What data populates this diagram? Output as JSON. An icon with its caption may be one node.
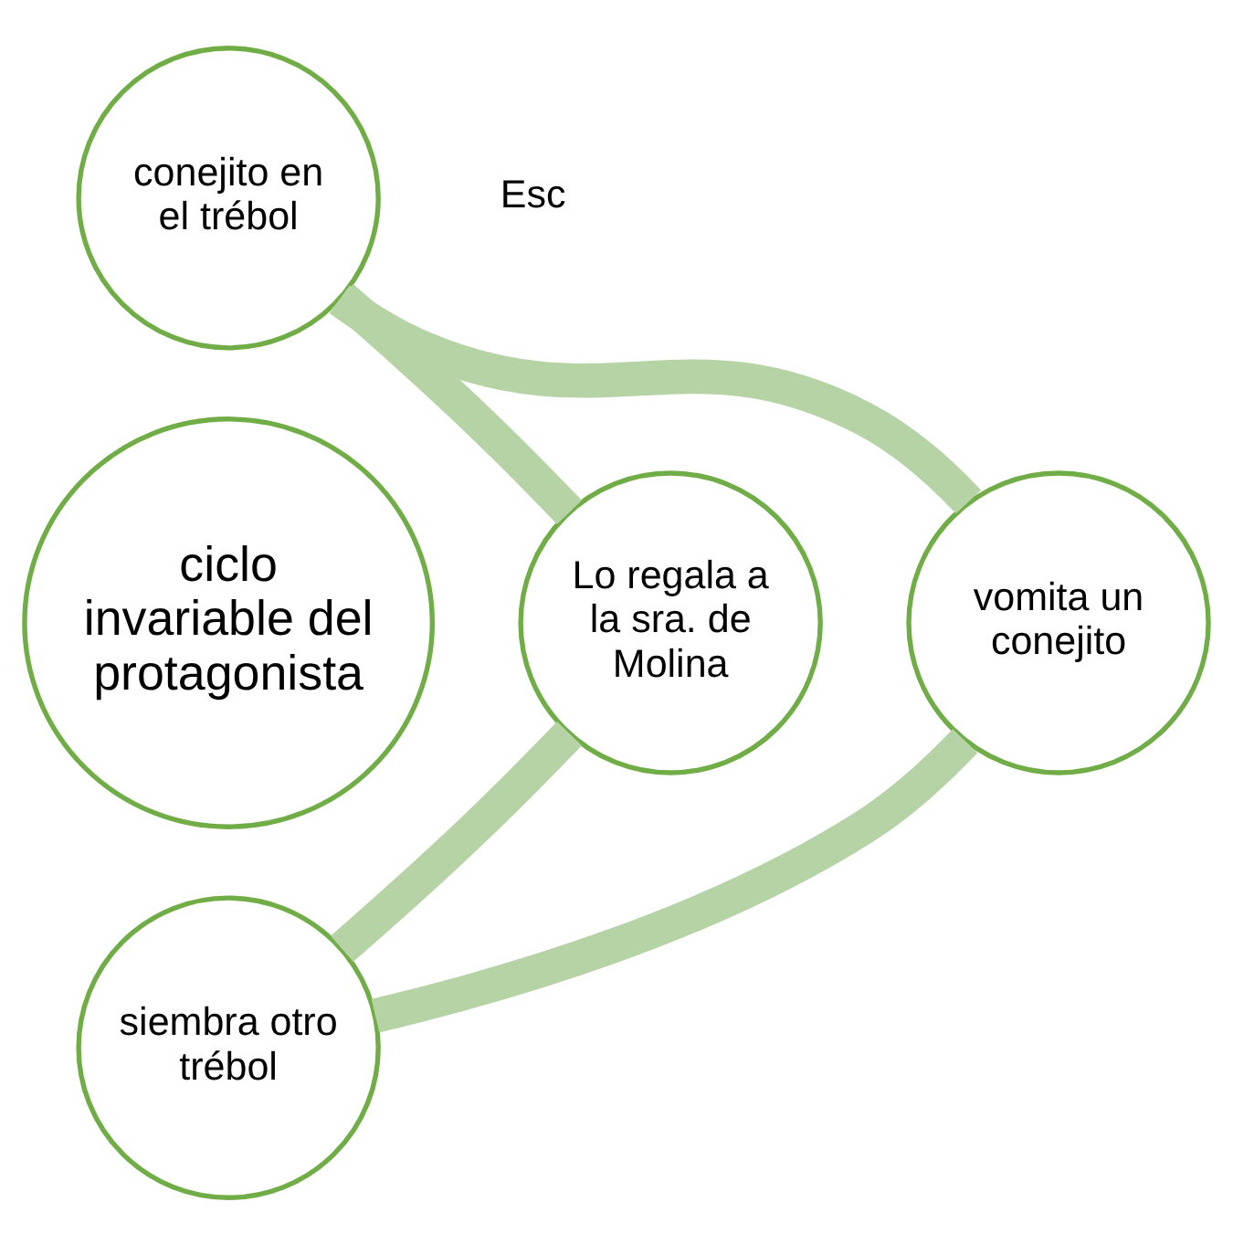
{
  "diagram": {
    "nodes": [
      {
        "text": [
          "ciclo invariable del protagonista"
        ]
      },
      {
        "text": [
          "conejito en el trébol"
        ]
      },
      {
        "text": [
          "Lo regala a la sra. de Molina"
        ]
      },
      {
        "text": [
          "siembra otro trébol"
        ]
      },
      {
        "text": [
          "vomita un conejito"
        ]
      }
    ],
    "edges": [
      {
        "from": 1,
        "to": 2,
        "arrow": "none"
      },
      {
        "from": 2,
        "to": 3,
        "arrow": "none"
      },
      {
        "from": 3,
        "to": 4,
        "arrow": "none"
      },
      {
        "from": 4,
        "to": 1,
        "arrow": "none"
      }
    ],
    "labels": [
      "Esc"
    ]
  }
}
